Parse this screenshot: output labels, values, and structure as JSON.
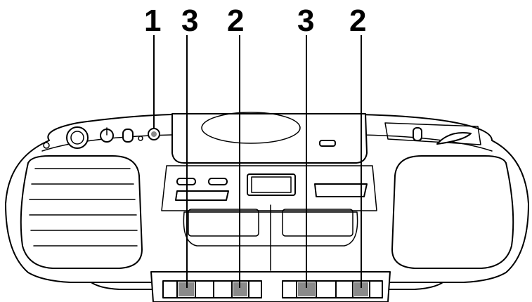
{
  "callouts": {
    "c1": "1",
    "c2": "3",
    "c3": "2",
    "c4": "3",
    "c5": "2"
  },
  "colors": {
    "line": "#000000",
    "background": "#ffffff",
    "highlight_button": "#8a8a8a"
  },
  "icons": [
    "dial-icon",
    "power-icon",
    "headphone-jack-icon",
    "speaker-grille-icon"
  ]
}
